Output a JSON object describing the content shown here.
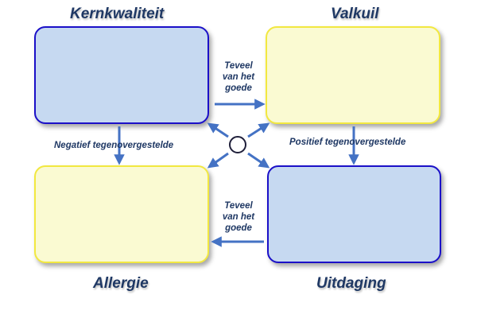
{
  "quadrants": {
    "top_left": {
      "title": "Kernkwaliteit"
    },
    "top_right": {
      "title": "Valkuil"
    },
    "bottom_left": {
      "title": "Allergie"
    },
    "bottom_right": {
      "title": "Uitdaging"
    }
  },
  "arrow_labels": {
    "top": [
      "Teveel",
      "van het",
      "goede"
    ],
    "bottom": [
      "Teveel",
      "van het",
      "goede"
    ],
    "left": "Negatief tegenovergestelde",
    "right": "Positief tegenovergestelde"
  },
  "colors": {
    "blue_fill": "#c6d9f1",
    "blue_border": "#1b10c8",
    "yellow_fill": "#fafad2",
    "yellow_border": "#f2e840",
    "arrow": "#4472c4",
    "text": "#1f3864"
  }
}
